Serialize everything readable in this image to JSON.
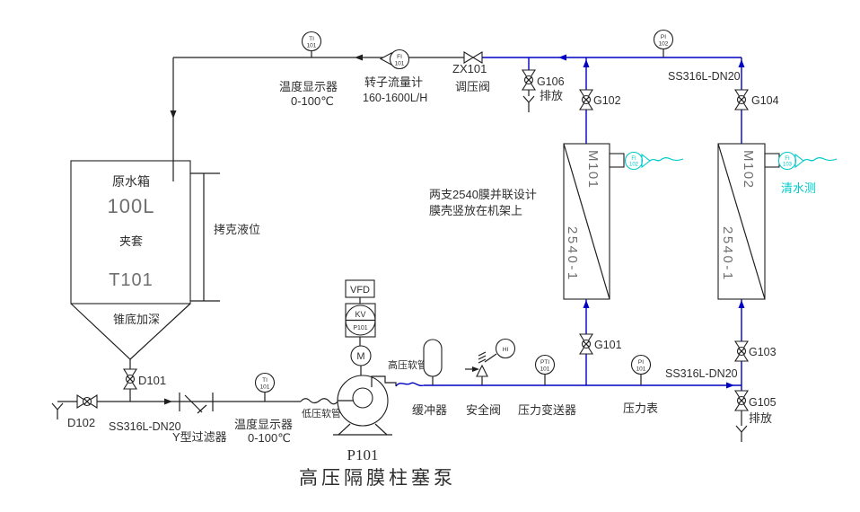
{
  "colors": {
    "pipe_black": "#1f1f1f",
    "pipe_blue": "#0000c2",
    "permeate_cyan": "#00c9c9",
    "text_dark": "#2e2e2e",
    "text_gray": "#6f6f6f"
  },
  "tank": {
    "name": "原水箱",
    "capacity": "100L",
    "jacket": "夹套",
    "tag": "T101",
    "cone_note": "锥底加深",
    "level_label": "拷克液位"
  },
  "top_line": {
    "ti": {
      "l1": "TI",
      "l2": "101",
      "desc1": "温度显示器",
      "desc2": "0-100℃"
    },
    "fi": {
      "l1": "FI",
      "l2": "101",
      "desc1": "转子流量计",
      "desc2": "160-1600L/H"
    },
    "zx_valve": {
      "tag": "ZX101",
      "name": "调压阀"
    },
    "g106": {
      "tag": "G106",
      "note": "排放"
    },
    "pi102": {
      "l1": "PI",
      "l2": "102"
    },
    "pipe_spec": "SS316L-DN20",
    "g102": "G102",
    "g104": "G104"
  },
  "membranes": {
    "note1": "两支2540膜并联设计",
    "note2": "膜壳竖放在机架上",
    "m101": {
      "tag": "M101",
      "size": "2540-1",
      "fi_l1": "FI",
      "fi_l2": "102"
    },
    "m102": {
      "tag": "M102",
      "size": "2540-1",
      "fi_l1": "FI",
      "fi_l2": "103",
      "permeate_label": "清水测"
    }
  },
  "bottom_line": {
    "d102": "D102",
    "d101": "D101",
    "pipe_spec_left": "SS316L-DN20",
    "strainer": "Y型过滤器",
    "ti": {
      "l1": "TI",
      "l2": "101",
      "desc1": "温度显示器",
      "desc2": "0-100℃"
    },
    "lp_hose": "低压软管",
    "hp_hose": "高压软管",
    "buffer": "缓冲器",
    "safety_valve": "安全阀",
    "safety_bubble": "HI",
    "pti": {
      "l1": "PTI",
      "l2": "101",
      "desc": "压力变送器"
    },
    "pi": {
      "l1": "PI",
      "l2": "101",
      "desc": "压力表"
    },
    "pipe_spec_right": "SS316L-DN20",
    "g101": "G101",
    "g103": "G103",
    "g105": {
      "tag": "G105",
      "note": "排放"
    }
  },
  "pump": {
    "vfd": "VFD",
    "kv_l1": "KV",
    "kv_l2": "P101",
    "motor": "M",
    "tag": "P101",
    "name": "高压隔膜柱塞泵"
  }
}
